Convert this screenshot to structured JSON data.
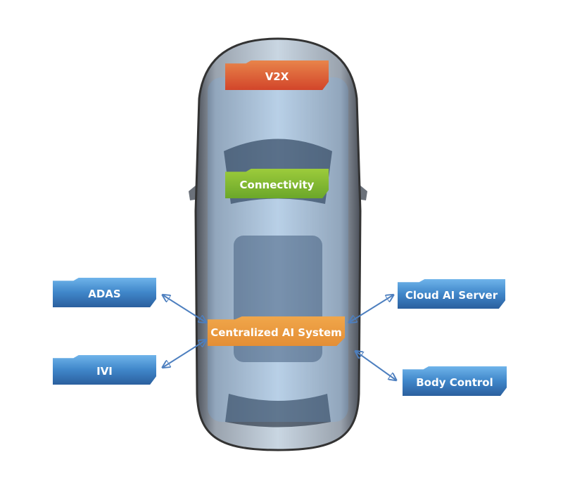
{
  "title": "Centralized AI System architecture",
  "labels": {
    "v2x": "V2X",
    "connectivity": "Connectivity",
    "central": "Centralized AI System",
    "adas": "ADAS",
    "ivi": "IVI",
    "cloud": "Cloud AI Server",
    "body": "Body Control"
  },
  "colors": {
    "blue": "#3f86c9",
    "orange": "#e48e35",
    "red": "#d2452a",
    "green": "#7fb42e",
    "arrow": "#4d7fbf"
  }
}
